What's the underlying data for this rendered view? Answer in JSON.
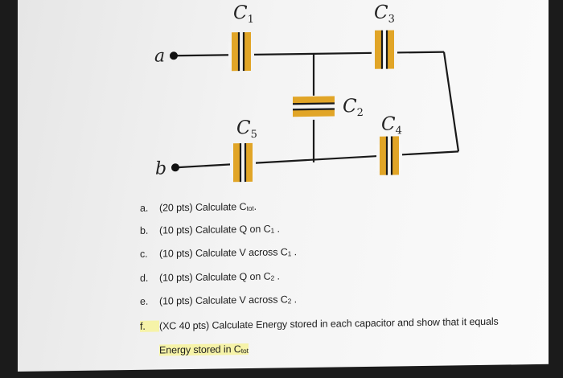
{
  "diagram": {
    "terminals": {
      "a": "a",
      "b": "b"
    },
    "capacitors": [
      {
        "id": "C1",
        "letter": "C",
        "sub": "1"
      },
      {
        "id": "C2",
        "letter": "C",
        "sub": "2"
      },
      {
        "id": "C3",
        "letter": "C",
        "sub": "3"
      },
      {
        "id": "C4",
        "letter": "C",
        "sub": "4"
      },
      {
        "id": "C5",
        "letter": "C",
        "sub": "5"
      }
    ],
    "colors": {
      "plate": "#e1a527",
      "wire": "#1a1a1a",
      "highlight": "#f6f3a8"
    }
  },
  "questions": [
    {
      "letter": "a.",
      "text": "(20 pts) Calculate C",
      "sub": "tot",
      "tail": "."
    },
    {
      "letter": "b.",
      "text": "(10 pts) Calculate Q on C",
      "sub": "1",
      "tail": " ."
    },
    {
      "letter": "c.",
      "text": "(10 pts) Calculate V across C",
      "sub": "1",
      "tail": " ."
    },
    {
      "letter": "d.",
      "text": "(10 pts) Calculate Q on C",
      "sub": "2",
      "tail": " ."
    },
    {
      "letter": "e.",
      "text": "(10 pts) Calculate V across C",
      "sub": "2",
      "tail": " ."
    },
    {
      "letter": "f.",
      "text": "(XC 40 pts) Calculate Energy stored in each capacitor and show that it equals",
      "sub": "",
      "tail": ""
    }
  ],
  "continuation": {
    "text": "Energy stored in C",
    "sub": "tot"
  }
}
